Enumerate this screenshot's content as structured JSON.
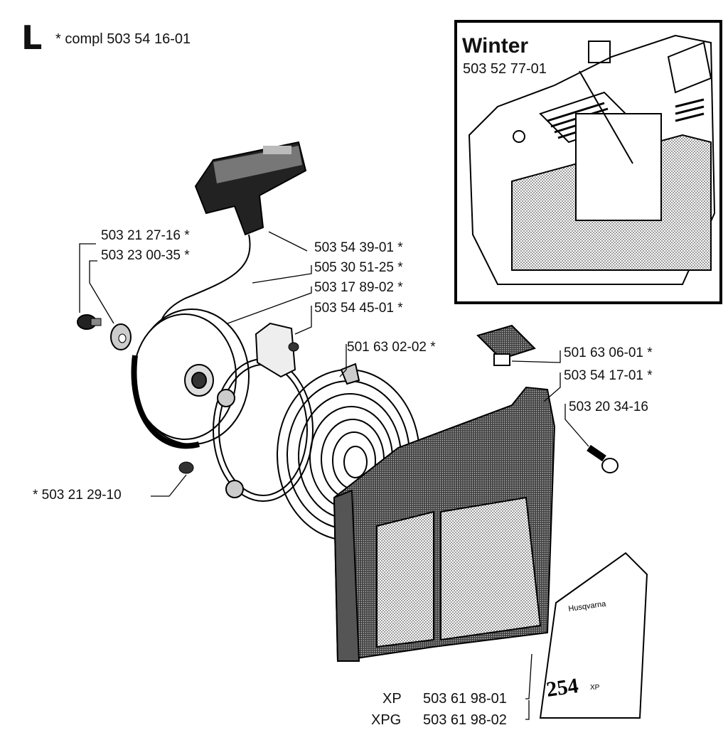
{
  "header": {
    "section_letter": "L",
    "compl_label": "* compl 503 54 16-01"
  },
  "inset": {
    "title": "Winter",
    "part_number": "503 52 77-01"
  },
  "labels": {
    "p_503_21_27_16": "503 21 27-16  *",
    "p_503_23_00_35": "503 23 00-35  *",
    "p_503_54_39_01": "503 54 39-01  *",
    "p_505_30_51_25": "505 30 51-25  *",
    "p_503_17_89_02": "503 17 89-02  *",
    "p_503_54_45_01": "503 54 45-01  *",
    "p_501_63_02_02": "501 63 02-02  *",
    "p_501_63_06_01": "501 63 06-01  *",
    "p_503_54_17_01": "503 54 17-01  *",
    "p_503_20_34_16": "503 20 34-16",
    "p_503_21_29_10": "*  503 21 29-10"
  },
  "variants": [
    {
      "model": "XP",
      "part": "503 61 98-01"
    },
    {
      "model": "XPG",
      "part": "503 61 98-02"
    }
  ],
  "decal": {
    "brand_text": "Husqvarna",
    "model_text": "254 XP"
  }
}
